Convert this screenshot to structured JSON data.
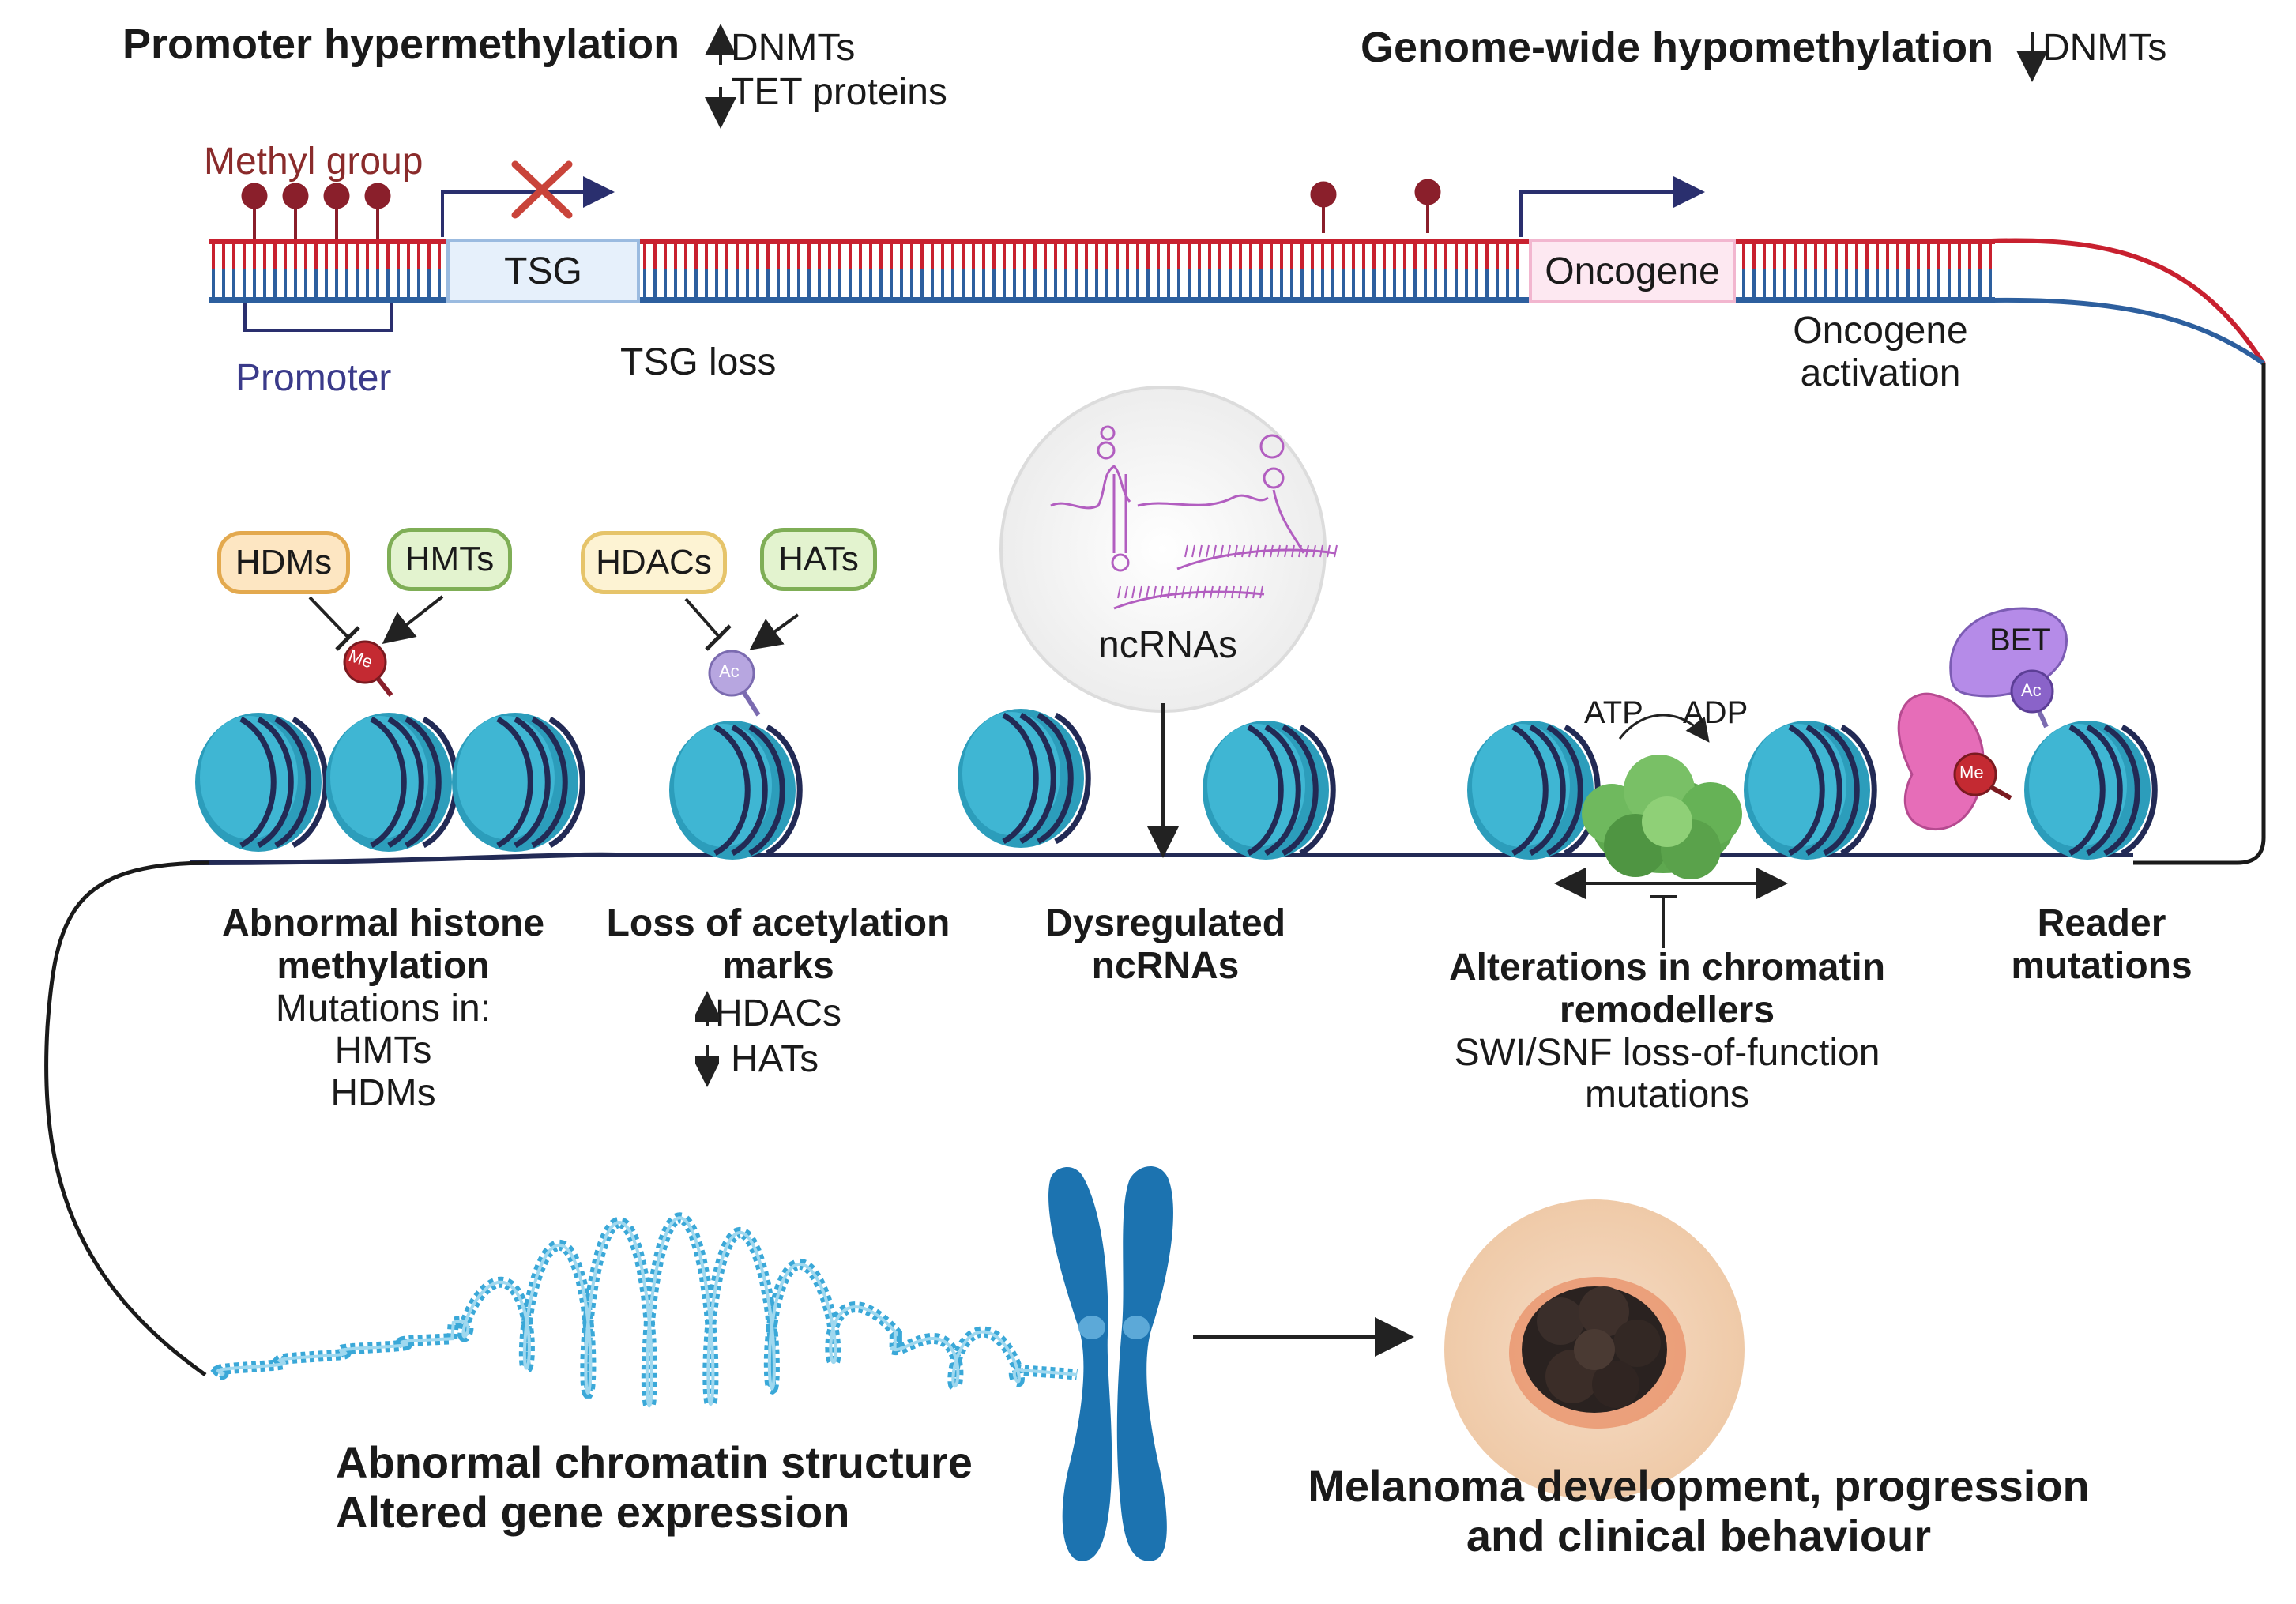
{
  "colors": {
    "dna_red": "#c8202f",
    "dna_blue": "#2d5f9e",
    "nucleosome": "#39b0cd",
    "nucleosome_dark": "#1f7e98",
    "wrap": "#222a55",
    "methyl": "#8a1f2b",
    "promoter_text": "#3a3a8a",
    "methyl_text": "#8a2b2b",
    "tsg_fill": "#e6f0fb",
    "oncogene_fill": "#fde8f1",
    "hdm_fill": "#fde6c2",
    "hmt_fill": "#e3f3cf",
    "ncrna_circle": "#f2f2f2",
    "ncrna_line": "#b25ec0",
    "chromosome": "#1c73b0",
    "remodeller": "#5ea84f",
    "bet": "#b58be8",
    "reader_pink": "#e66db8",
    "tumor_bg": "#f3d6bd",
    "tumor_core": "#2a2220"
  },
  "top": {
    "promoter_hyper": "Promoter hypermethylation",
    "dnmts_up": "DNMTs",
    "tet_down": "TET proteins",
    "genome_hypo": "Genome-wide hypomethylation",
    "dnmts_down": "DNMTs"
  },
  "dna": {
    "methyl_group": "Methyl group",
    "tsg": "TSG",
    "oncogene": "Oncogene",
    "promoter": "Promoter",
    "tsg_loss": "TSG loss",
    "oncogene_activation_1": "Oncogene",
    "oncogene_activation_2": "activation"
  },
  "enzymes": {
    "hdms": "HDMs",
    "hmts": "HMTs",
    "hdacs": "HDACs",
    "hats": "HATs",
    "me": "Me",
    "ac": "Ac"
  },
  "ncrna": {
    "label": "ncRNAs"
  },
  "remodel": {
    "atp": "ATP",
    "adp": "ADP"
  },
  "reader": {
    "bet": "BET",
    "me": "Me",
    "ac": "Ac"
  },
  "captions": {
    "histone_1": "Abnormal histone",
    "histone_2": "methylation",
    "histone_3": "Mutations in:",
    "histone_4": "HMTs",
    "histone_5": "HDMs",
    "acetyl_1": "Loss of acetylation",
    "acetyl_2": "marks",
    "acetyl_3": "HDACs",
    "acetyl_4": "HATs",
    "ncrna_1": "Dysregulated",
    "ncrna_2": "ncRNAs",
    "remodel_1": "Alterations in chromatin",
    "remodel_2": "remodellers",
    "remodel_3": "SWI/SNF loss-of-function",
    "remodel_4": "mutations",
    "reader_1": "Reader",
    "reader_2": "mutations"
  },
  "bottom": {
    "chromatin_1": "Abnormal chromatin structure",
    "chromatin_2": "Altered gene expression",
    "melanoma_1": "Melanoma development, progression",
    "melanoma_2": "and clinical behaviour"
  }
}
